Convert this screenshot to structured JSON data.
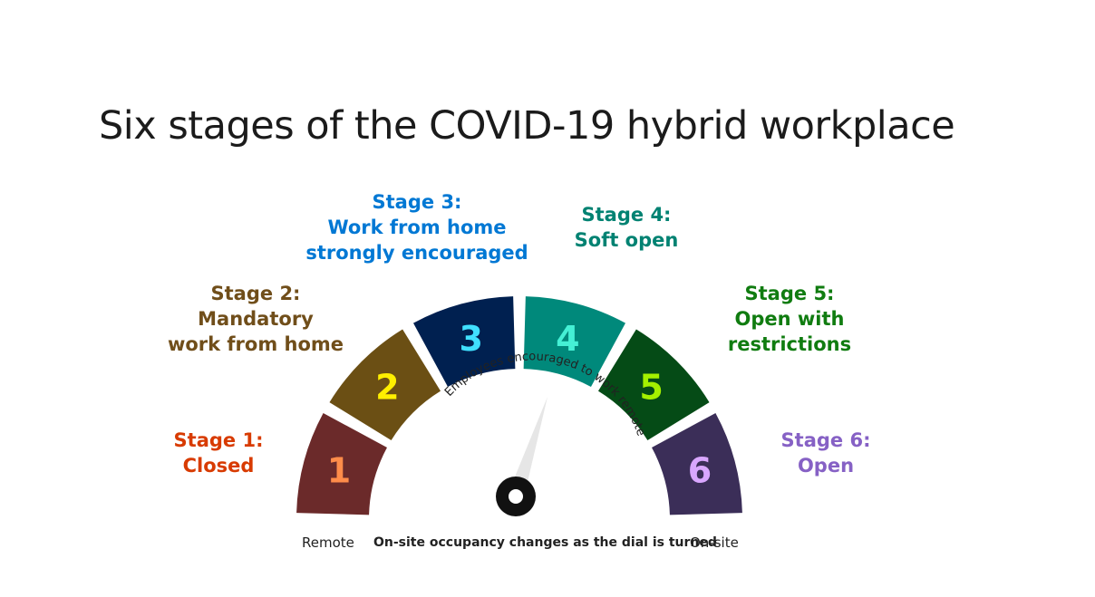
{
  "title": "Six stages of the COVID-19 hybrid workplace",
  "stages": [
    {
      "label_lines": [
        "Stage 1:",
        "Closed"
      ],
      "number": "1",
      "color": "#6b2a2a",
      "number_color": "#ff8c4a",
      "label_color": "#d83b01"
    },
    {
      "label_lines": [
        "Stage 2:",
        "Mandatory",
        "work from home"
      ],
      "number": "2",
      "color": "#6b4f14",
      "number_color": "#ffef00",
      "label_color": "#704e1a"
    },
    {
      "label_lines": [
        "Stage 3:",
        "Work from home",
        "strongly encouraged"
      ],
      "number": "3",
      "color": "#002050",
      "number_color": "#40e0ff",
      "label_color": "#0078d4"
    },
    {
      "label_lines": [
        "Stage 4:",
        "Soft open"
      ],
      "number": "4",
      "color": "#00897b",
      "number_color": "#45f0d5",
      "label_color": "#008272"
    },
    {
      "label_lines": [
        "Stage 5:",
        "Open with",
        "restrictions"
      ],
      "number": "5",
      "color": "#054b16",
      "number_color": "#a4f000",
      "label_color": "#107c10"
    },
    {
      "label_lines": [
        "Stage 6:",
        "Open"
      ],
      "number": "6",
      "color": "#3b2e58",
      "number_color": "#d9a6ff",
      "label_color": "#8661c5"
    }
  ],
  "needle_caption": "Employees encouraged to work remote",
  "footer": {
    "left": "Remote",
    "center": "On-site occupancy changes as the dial is turned",
    "right": "On-site"
  }
}
